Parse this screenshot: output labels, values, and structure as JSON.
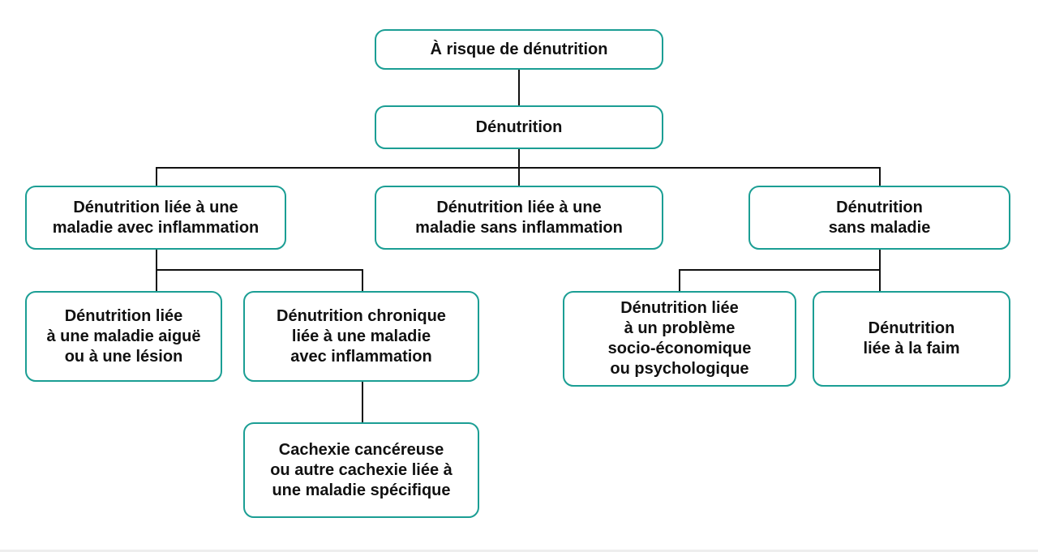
{
  "diagram": {
    "colors": {
      "border": "#1b9e94",
      "connector": "#111111",
      "text": "#111111",
      "background": "#ffffff"
    },
    "nodes": {
      "risk": "À risque de dénutrition",
      "denutrition": "Dénutrition",
      "with_inflammation": "Dénutrition liée à une\nmaladie avec inflammation",
      "without_inflammation": "Dénutrition liée à une\nmaladie sans inflammation",
      "without_disease": "Dénutrition\nsans maladie",
      "acute": "Dénutrition liée\nà une maladie aiguë\nou à une lésion",
      "chronic": "Dénutrition chronique\nliée à une maladie\navec inflammation",
      "cachexia": "Cachexie cancéreuse\nou autre cachexie liée à\nune maladie spécifique",
      "socio": "Dénutrition liée\nà un problème\nsocio-économique\nou psychologique",
      "hunger": "Dénutrition\nliée à la faim"
    }
  }
}
